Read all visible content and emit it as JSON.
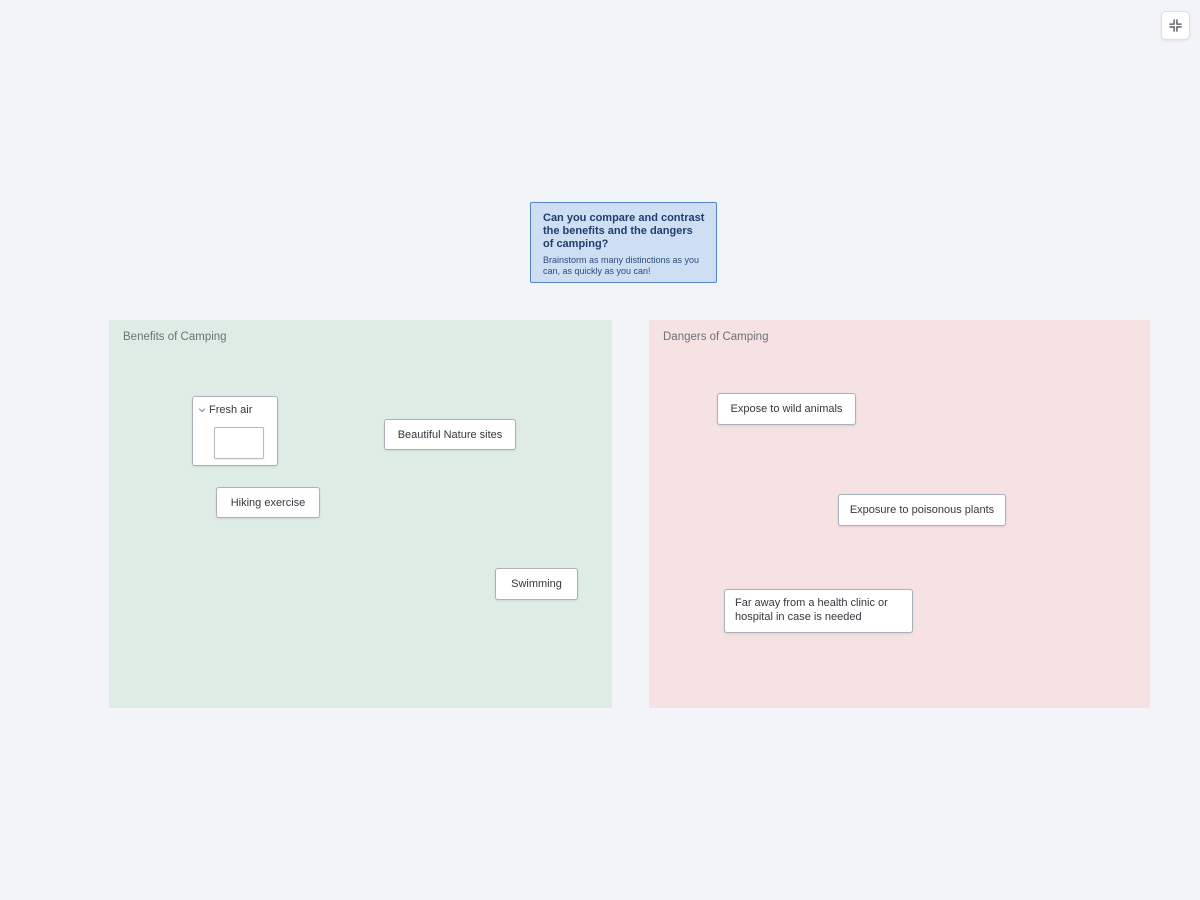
{
  "toolbar": {
    "fit_button_icon": "fit-to-screen"
  },
  "prompt": {
    "title": "Can you compare and contrast the benefits and the dangers of camping?",
    "subtitle": "Brainstorm as many distinctions as you can, as quickly as you can!",
    "background": "#cfdff3",
    "border_color": "#5585c8",
    "text_color": "#1c3f6e"
  },
  "benefits": {
    "label": "Benefits of Camping",
    "background": "#dfece5",
    "cards": [
      {
        "text": "Fresh air",
        "collapse_icon": "chevron-down",
        "child_text": ""
      },
      {
        "text": "Beautiful Nature sites"
      },
      {
        "text": "Hiking exercise"
      },
      {
        "text": "Swimming"
      }
    ]
  },
  "dangers": {
    "label": "Dangers of Camping",
    "background": "#f6e1e3",
    "cards": [
      {
        "text": "Expose to wild animals"
      },
      {
        "text": "Exposure to poisonous plants"
      },
      {
        "text": "Far away from a health clinic or hospital in case is needed"
      }
    ]
  }
}
